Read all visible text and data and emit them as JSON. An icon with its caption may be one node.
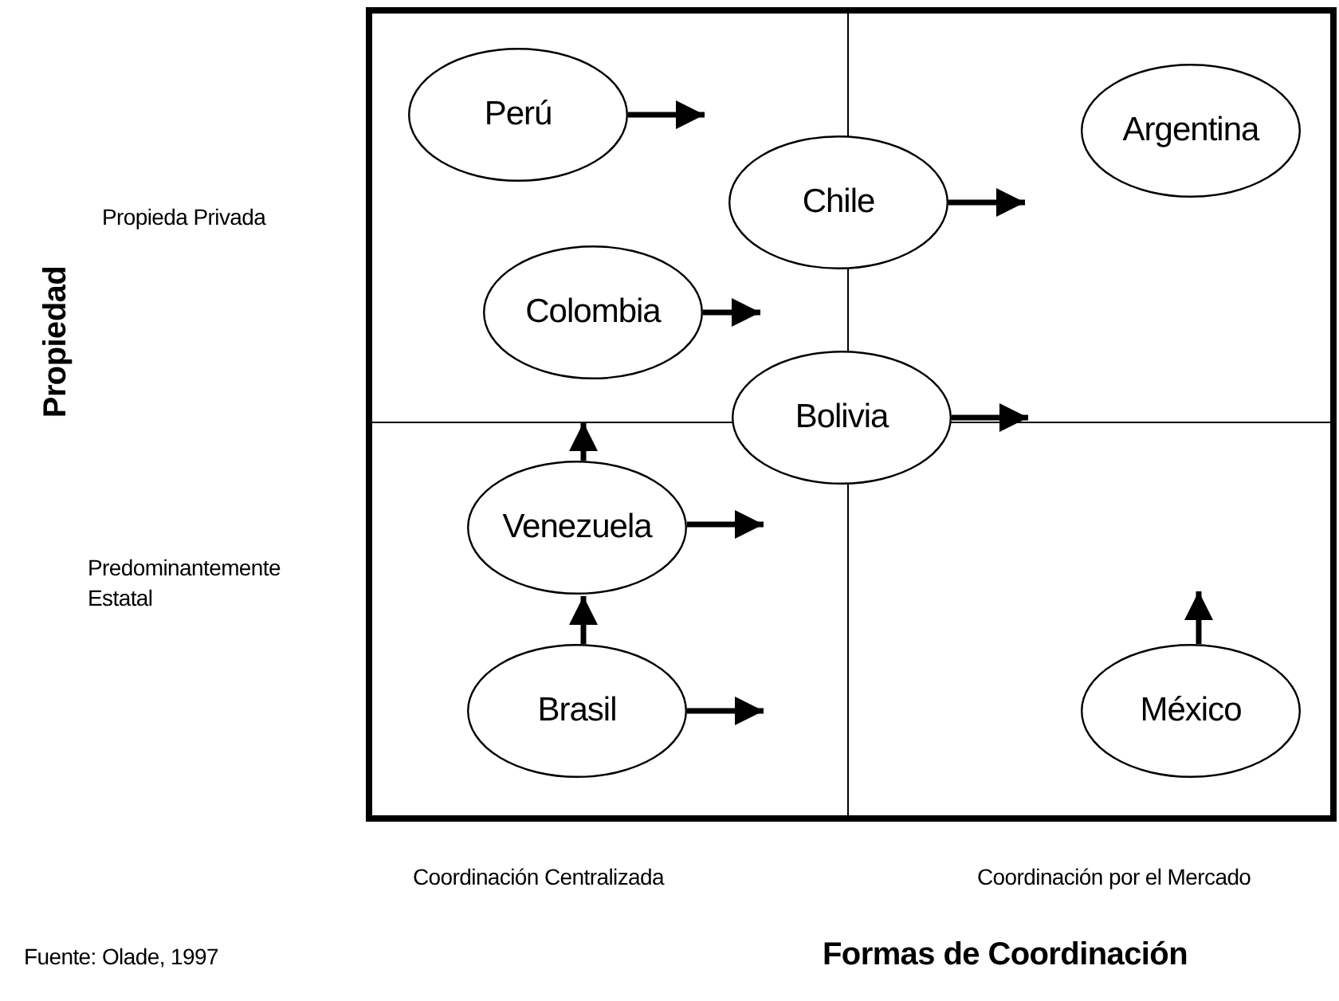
{
  "diagram": {
    "nodes": [
      {
        "text": [
          "Perú"
        ]
      },
      {
        "text": [
          "Argentina"
        ]
      },
      {
        "text": [
          "Chile"
        ]
      },
      {
        "text": [
          "Colombia"
        ]
      },
      {
        "text": [
          "Bolivia"
        ]
      },
      {
        "text": [
          "Venezuela"
        ]
      },
      {
        "text": [
          "Brasil"
        ]
      },
      {
        "text": [
          "México"
        ]
      }
    ],
    "edges": [
      {
        "from": 0,
        "to": null,
        "arrow": "to"
      },
      {
        "from": 2,
        "to": null,
        "arrow": "to"
      },
      {
        "from": 3,
        "to": null,
        "arrow": "to"
      },
      {
        "from": 4,
        "to": null,
        "arrow": "to"
      },
      {
        "from": 5,
        "to": null,
        "arrow": "to"
      },
      {
        "from": 5,
        "to": null,
        "arrow": "to"
      },
      {
        "from": 6,
        "to": 5,
        "arrow": "to"
      },
      {
        "from": 6,
        "to": null,
        "arrow": "to"
      },
      {
        "from": 7,
        "to": null,
        "arrow": "to"
      }
    ],
    "labels": [
      "Propieda Privada",
      "Propiedad",
      "Predominantemente Estatal",
      "Coordinación Centralizada",
      "Coordinación por el Mercado",
      "Fuente: Olade, 1997",
      "Formas de Coordinación"
    ]
  }
}
